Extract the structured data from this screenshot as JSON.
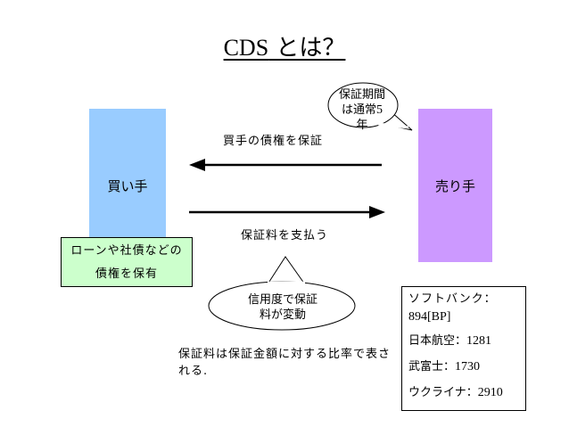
{
  "title": {
    "part1": "CDS",
    "part2": " とは？"
  },
  "buyer": {
    "label": "買い手",
    "color": "#99ccff"
  },
  "seller": {
    "label": "売り手",
    "color": "#cc99ff"
  },
  "arrows": {
    "guarantee_label": "買手の債権を保証",
    "fee_label": "保証料を支払う"
  },
  "bond_box": {
    "line1": "ローンや社債などの",
    "line2": "債権を保有",
    "color": "#ccffcc"
  },
  "callouts": {
    "period": {
      "line1": "保証期間",
      "line2_a": "は通常",
      "line2_num": "5",
      "line3": "年"
    },
    "credit": {
      "line1": "信用度で保証",
      "line2": "料が変動"
    }
  },
  "note": "保証料は保証金額に対する比率で表される.",
  "rates": [
    {
      "name": "ソフトバンク：",
      "value": "894[BP]"
    },
    {
      "name": "日本航空：",
      "value": "1281"
    },
    {
      "name": "武富士：",
      "value": "1730"
    },
    {
      "name": "ウクライナ：",
      "value": "2910"
    }
  ]
}
